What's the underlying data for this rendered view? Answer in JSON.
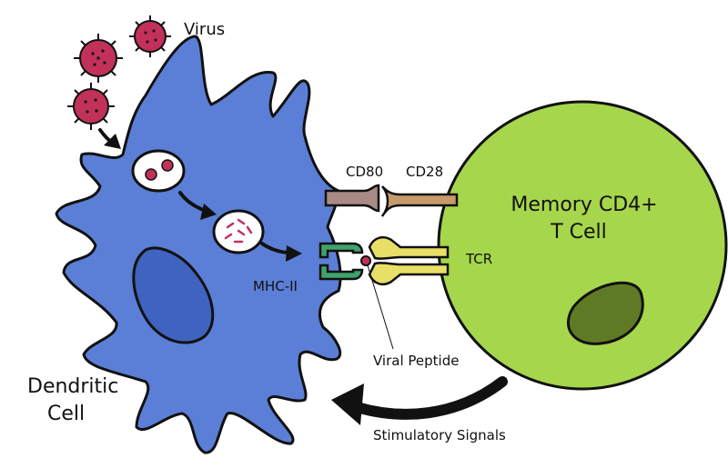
{
  "labels": {
    "virus": "Virus",
    "cd80": "CD80",
    "cd28": "CD28",
    "memory_line1": "Memory CD4+",
    "memory_line2": "T Cell",
    "tcr": "TCR",
    "mhc": "MHC-II",
    "viral_peptide": "Viral Peptide",
    "dendritic_line1": "Dendritic",
    "dendritic_line2": "Cell",
    "stimulatory": "Stimulatory Signals"
  },
  "colors": {
    "dendritic_cell": "#5b7fd6",
    "dendritic_nucleus": "#3f63bf",
    "t_cell": "#a6d64b",
    "t_cell_nucleus": "#5f7a24",
    "virus": "#c2315a",
    "cd80": "#a98a85",
    "cd28": "#c79a6a",
    "mhc": "#3fa36b",
    "tcr": "#e8e066",
    "peptide": "#c2315a",
    "outline": "#111111"
  }
}
